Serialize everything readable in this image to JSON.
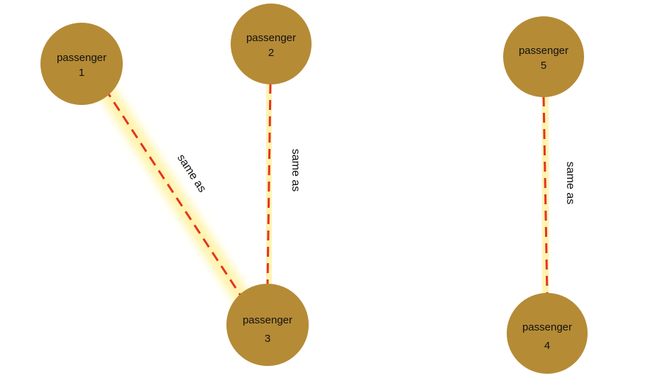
{
  "nodes": [
    {
      "id": "p1",
      "line1": "passenger",
      "line2": "1"
    },
    {
      "id": "p2",
      "line1": "passenger",
      "line2": "2"
    },
    {
      "id": "p3",
      "line1": "passenger",
      "line2": "3"
    },
    {
      "id": "p4",
      "line1": "passenger",
      "line2": "4"
    },
    {
      "id": "p5",
      "line1": "passenger",
      "line2": "5"
    }
  ],
  "edges": [
    {
      "from": "p1",
      "to": "p3",
      "label": "same as"
    },
    {
      "from": "p2",
      "to": "p3",
      "label": "same as"
    },
    {
      "from": "p5",
      "to": "p4",
      "label": "same as"
    }
  ],
  "colors": {
    "node_fill": "#b58b36",
    "edge_dash": "#e2322b",
    "edge_glow": "#fff6b8"
  }
}
